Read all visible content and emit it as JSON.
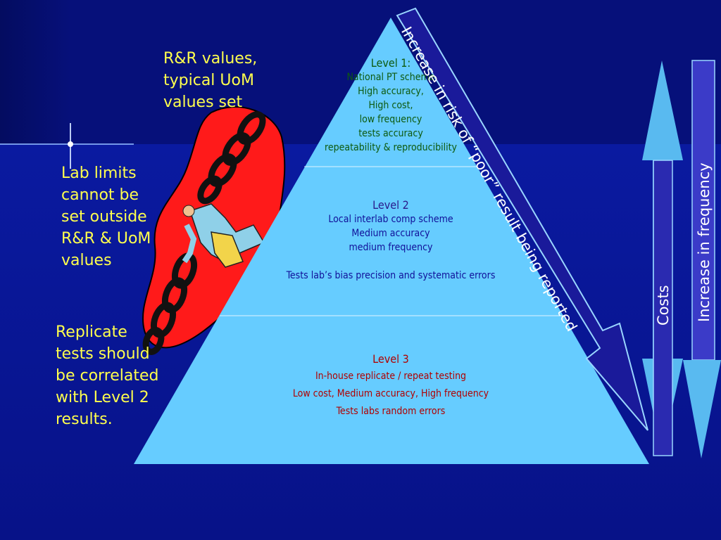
{
  "notes": {
    "rr": [
      "R&R values,",
      "typical UoM",
      "values set"
    ],
    "lab": [
      "Lab limits",
      "cannot be",
      "set outside",
      "R&R & UoM",
      "values"
    ],
    "replicate": [
      "Replicate",
      "tests should",
      "be correlated",
      "with Level 2",
      "results."
    ]
  },
  "levels": {
    "level1": {
      "title": "Level 1:",
      "lines": [
        "National PT scheme",
        "High accuracy,",
        "High cost,",
        "low frequency",
        "tests accuracy",
        "repeatability & reproducibility"
      ]
    },
    "level2": {
      "title": "Level 2",
      "lines": [
        "Local interlab comp scheme",
        "Medium accuracy",
        "medium frequency"
      ],
      "extra": "Tests lab’s bias precision and systematic errors"
    },
    "level3": {
      "title": "Level 3",
      "lines": [
        "In-house replicate / repeat testing",
        "Low cost, Medium accuracy, High frequency",
        "Tests labs random errors"
      ]
    }
  },
  "arrows": {
    "risk": "Increase in risk of “poor” result being reported",
    "costs": "Costs",
    "frequency": "Increase in frequency"
  },
  "colors": {
    "background": "#06107a",
    "pyramid": "#66ccff",
    "note_text": "#ffff4d",
    "blob": "#ff1a1a"
  }
}
